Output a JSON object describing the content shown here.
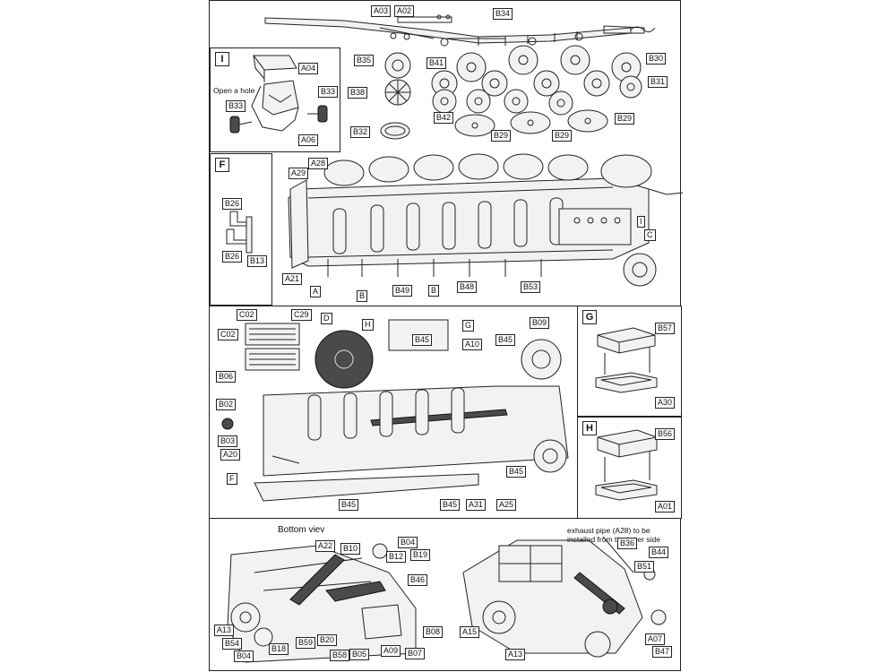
{
  "steps": {
    "step_i": "I",
    "step_f": "F",
    "step_g": "G",
    "step_h": "H"
  },
  "notes": {
    "open_hole": "Open a hole",
    "bottom_view": "Bottom viev",
    "exhaust": "exhaust pipe (A28) to be installed from the inner side"
  },
  "labels": {
    "a03": "A03",
    "a02": "A02",
    "b34": "B34",
    "a04": "A04",
    "b33a": "B33",
    "b33b": "B33",
    "a06": "A06",
    "b35": "B35",
    "b41": "B41",
    "b38": "B38",
    "b42": "B42",
    "b32": "B32",
    "b30": "B30",
    "b31": "B31",
    "b29a": "B29",
    "b29b": "B29",
    "b29c": "B29",
    "b26a": "B26",
    "b26b": "B26",
    "b13": "B13",
    "a28": "A28",
    "a29": "A29",
    "a21": "A21",
    "a": "A",
    "b_1": "B",
    "b49": "B49",
    "b_2": "B",
    "b48": "B48",
    "b53": "B53",
    "i_callout": "I",
    "c": "C",
    "c02a": "C02",
    "c29": "C29",
    "c02b": "C02",
    "d": "D",
    "h_callout": "H",
    "g_callout": "G",
    "b45a": "B45",
    "a10": "A10",
    "b45b": "B45",
    "b09": "B09",
    "b06": "B06",
    "b02": "B02",
    "b03": "B03",
    "a20": "A20",
    "f_callout": "F",
    "b45c": "B45",
    "b45d": "B45",
    "a31": "A31",
    "a25": "A25",
    "b45e": "B45",
    "b57": "B57",
    "a30": "A30",
    "b56": "B56",
    "a01": "A01",
    "a22": "A22",
    "b10": "B10",
    "b04a": "B04",
    "b12": "B12",
    "b19": "B19",
    "b46": "B46",
    "a13a": "A13",
    "b54": "B54",
    "b04b": "B04",
    "b18": "B18",
    "b59": "B59",
    "b20": "B20",
    "b58": "B58",
    "b05": "B05",
    "a09": "A09",
    "b07": "B07",
    "b08": "B08",
    "b36": "B36",
    "b44": "B44",
    "b51": "B51",
    "a15": "A15",
    "a13b": "A13",
    "a07": "A07",
    "b47": "B47"
  }
}
